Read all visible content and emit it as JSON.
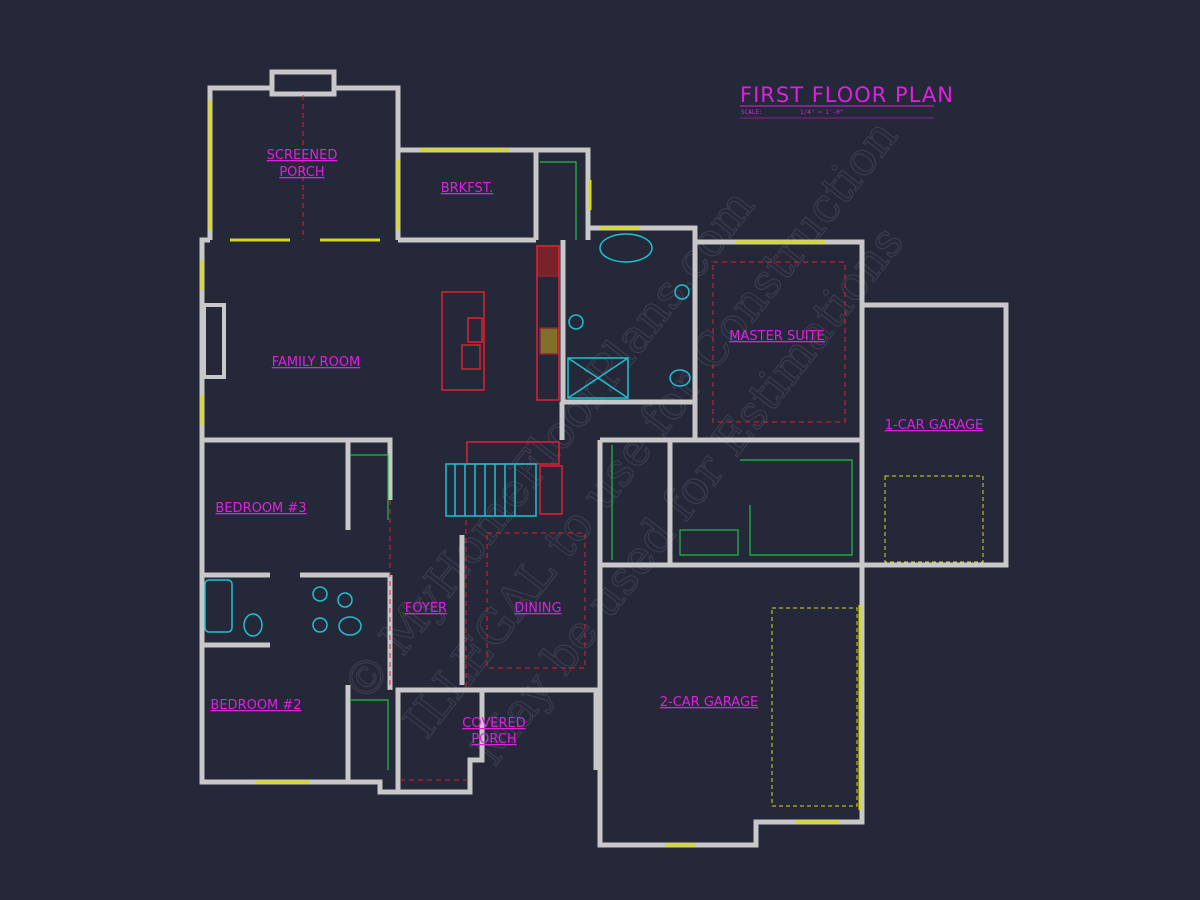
{
  "title": "FIRST FLOOR PLAN",
  "scale_label": "SCALE:",
  "scale_value": "1/4\" = 1'-0\"",
  "rooms": {
    "screened_porch": [
      "SCREENED",
      "PORCH"
    ],
    "brkfst": "BRKFST.",
    "family_room": "FAMILY ROOM",
    "master_suite": "MASTER SUITE",
    "one_car_garage": "1-CAR GARAGE",
    "bedroom3": "BEDROOM #3",
    "foyer": "FOYER",
    "dining": "DINING",
    "bedroom2": "BEDROOM #2",
    "covered_porch": [
      "COVERED",
      "PORCH"
    ],
    "two_car_garage": "2-CAR GARAGE"
  },
  "watermark": [
    "© MyHomeFloorPlans.com",
    "ILLEGAL to use for Construction",
    "May be used for Estimations"
  ],
  "colors": {
    "background": "#242838",
    "wall": "#c8c8c8",
    "label": "#e020e0",
    "window": "#d8d820",
    "fixture": "#20c0d0",
    "red_line": "#e02030",
    "green_line": "#20c040"
  }
}
